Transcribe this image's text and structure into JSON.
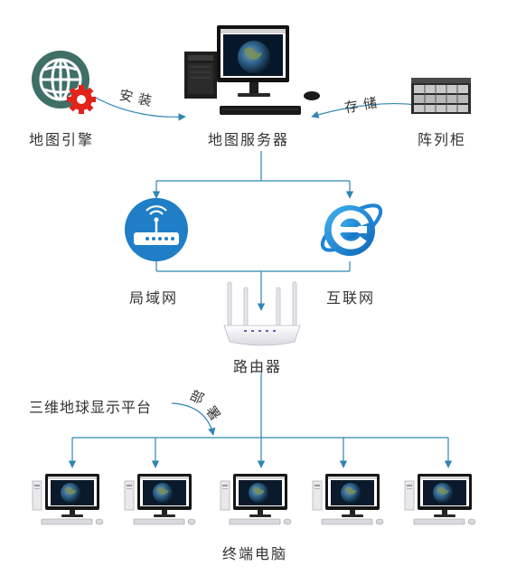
{
  "nodes": {
    "map_engine": "地图引擎",
    "map_server": "地图服务器",
    "disk_array": "阵列柜",
    "lan": "局域网",
    "internet": "互联网",
    "router": "路由器",
    "platform": "三维地球显示平台",
    "terminals": "终端电脑"
  },
  "edges": {
    "install": "安装",
    "store": "存储",
    "deploy": [
      "部",
      "署"
    ]
  },
  "colors": {
    "line": "#2f86b4",
    "globe_icon": "#3f6f66",
    "gear": "#e2231a",
    "router_circle": "#1f7ec6",
    "ie_blue": "#1e84d6"
  },
  "terminal_count": 5
}
